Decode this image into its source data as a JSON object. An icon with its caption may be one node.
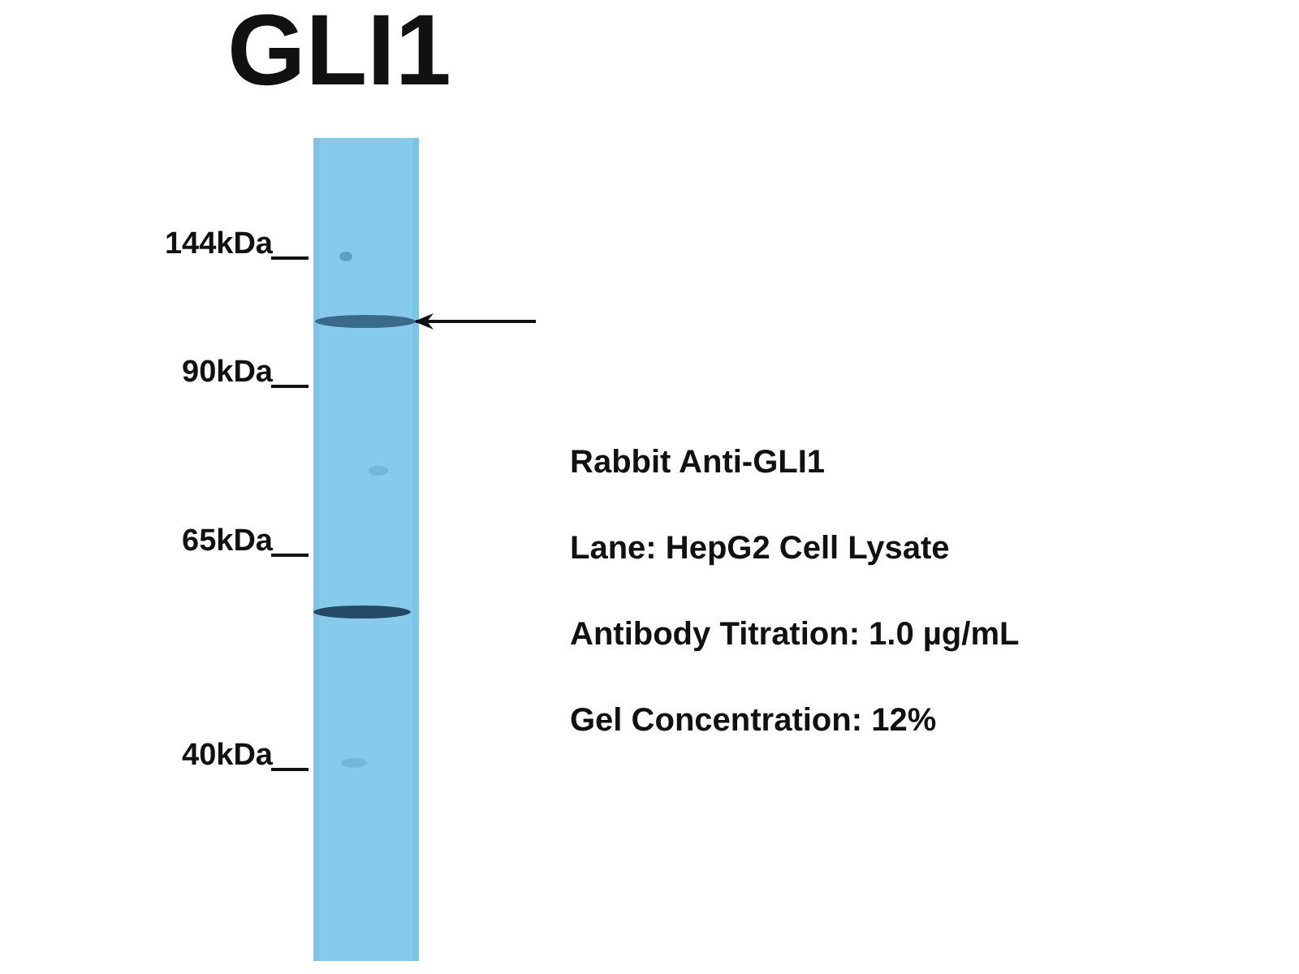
{
  "diagram": {
    "title": "GLI1",
    "nodes": [
      {
        "text": [],
        "shape": "picture"
      },
      {
        "text": [],
        "shape": "bar",
        "in": 0
      }
    ],
    "edges": [
      {
        "from": null,
        "to": 1,
        "arrow": "to"
      }
    ],
    "labels": [
      "144kDa",
      "90kDa",
      "65kDa",
      "40kDa",
      "Rabbit Anti-GLI1",
      "Lane: HepG2 Cell Lysate",
      "Antibody Titration: 1.0 µg/mL",
      "Gel Concentration: 12%"
    ]
  }
}
